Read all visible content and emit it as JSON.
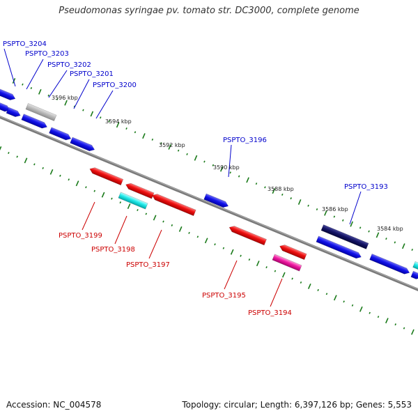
{
  "title": "Pseudomonas syringae pv. tomato str. DC3000, complete genome",
  "footer": {
    "accession": "Accession: NC_004578",
    "topology": "Topology: circular; Length: 6,397,126 bp; Genes: 5,553"
  },
  "colors": {
    "backbone": "#808080",
    "forward_gene": "#0a0ae6",
    "reverse_gene": "#e60a0a",
    "forward_label": "#0000cc",
    "reverse_label": "#cc0000",
    "tick": "#1a7a1a",
    "scale_text": "#222222"
  },
  "scale_labels": [
    "3596 kbp",
    "3594 kbp",
    "3592 kbp",
    "3590 kbp",
    "3588 kbp",
    "3586 kbp",
    "3584 kbp"
  ],
  "gene_labels": [
    {
      "text": "PSPTO_3204",
      "strand": "forward"
    },
    {
      "text": "PSPTO_3203",
      "strand": "forward"
    },
    {
      "text": "PSPTO_3202",
      "strand": "forward"
    },
    {
      "text": "PSPTO_3201",
      "strand": "forward"
    },
    {
      "text": "PSPTO_3200",
      "strand": "forward"
    },
    {
      "text": "PSPTO_3196",
      "strand": "forward"
    },
    {
      "text": "PSPTO_3193",
      "strand": "forward"
    },
    {
      "text": "PSPTO_3199",
      "strand": "reverse"
    },
    {
      "text": "PSPTO_3198",
      "strand": "reverse"
    },
    {
      "text": "PSPTO_3197",
      "strand": "reverse"
    },
    {
      "text": "PSPTO_3195",
      "strand": "reverse"
    },
    {
      "text": "PSPTO_3194",
      "strand": "reverse"
    }
  ]
}
